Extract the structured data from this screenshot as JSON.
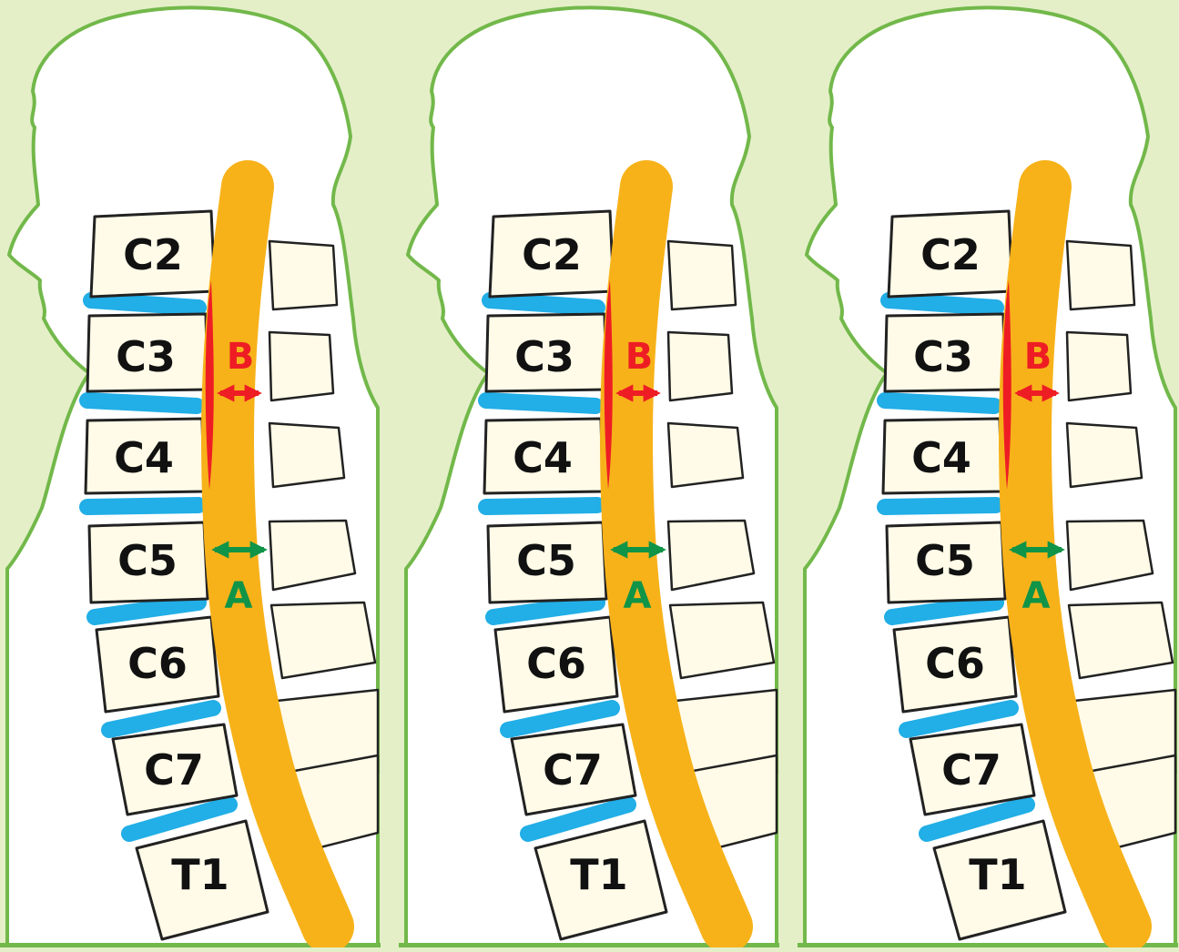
{
  "colors": {
    "background": "#e4efc8",
    "silhouette_outline": "#72b84a",
    "body_fill": "#ffffff",
    "spinal_cord": "#f7b21a",
    "ligament": "#ee1d24",
    "disc": "#22aee6",
    "vertebra_fill": "#fffbe8",
    "label_A": "#109447",
    "label_B": "#ee1d24"
  },
  "vertebra_labels": [
    "C2",
    "C3",
    "C4",
    "C5",
    "C6",
    "C7",
    "T1"
  ],
  "measurement_labels": {
    "a": "A",
    "b": "B"
  },
  "panels": [
    {
      "id": "panel-1"
    },
    {
      "id": "panel-2"
    },
    {
      "id": "panel-3"
    }
  ]
}
